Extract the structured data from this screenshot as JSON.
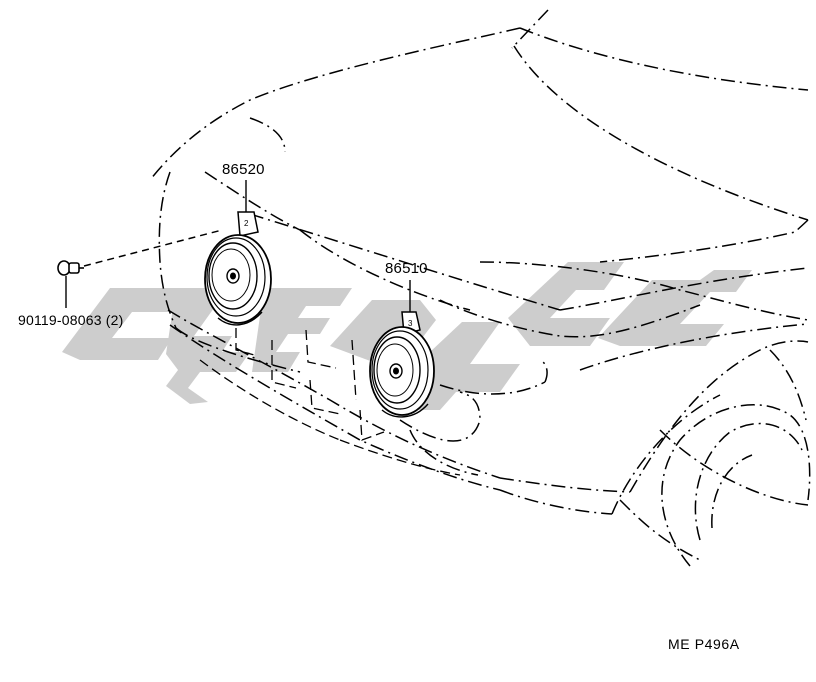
{
  "parts": {
    "horn_low": {
      "number": "86520"
    },
    "horn_high": {
      "number": "86510"
    },
    "bolt": {
      "number": "90119-08063 (2)"
    }
  },
  "illustration_code": "ME  P496A",
  "watermark": {
    "color": "#c8c8c8"
  },
  "line_color": "#000000"
}
